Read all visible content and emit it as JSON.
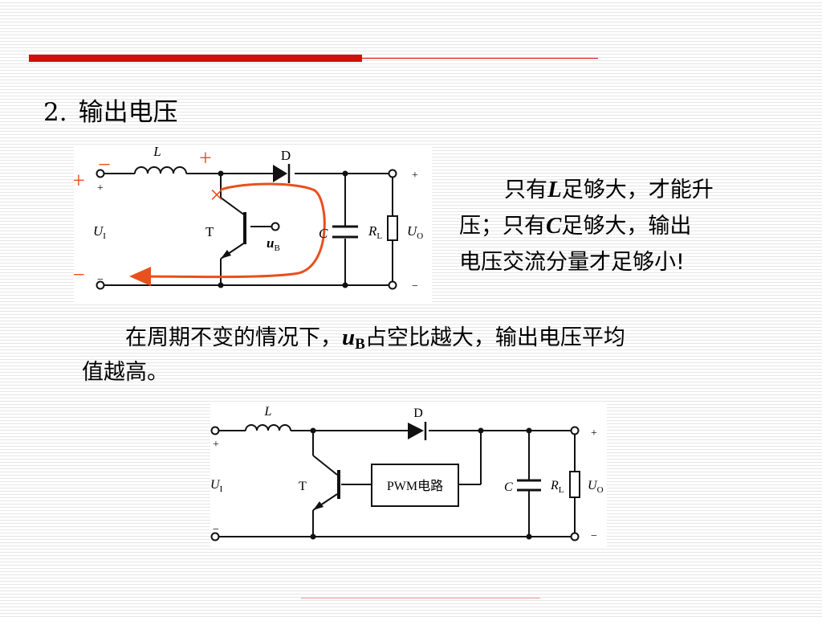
{
  "slide": {
    "heading_number": "2.",
    "heading_text": "输出电压",
    "colors": {
      "accent_red": "#d20f0f",
      "current_path": "#e8501e"
    }
  },
  "circuit1": {
    "inductor": "L",
    "diode": "D",
    "transistor": "T",
    "capacitor": "C",
    "resistor": "R",
    "resistor_sub": "L",
    "input_voltage": "U",
    "input_voltage_sub": "I",
    "output_voltage": "U",
    "output_voltage_sub": "O",
    "base_signal": "u",
    "base_signal_sub": "B",
    "terminal_plus": "+",
    "terminal_minus": "−",
    "overlay_plus": "+",
    "overlay_minus": "−",
    "overlay_cross": "×"
  },
  "note": {
    "line1_pre": "只有",
    "line1_var": "L",
    "line1_post": "足够大，才能升",
    "line2_pre": "压；只有",
    "line2_var": "C",
    "line2_post": "足够大，输出",
    "line3": "电压交流分量才足够小!"
  },
  "paragraph": {
    "line1_pre": "在周期不变的情况下，",
    "var": "u",
    "var_sub": "B",
    "line1_post": "占空比越大，输出电压平均",
    "line2": "值越高。"
  },
  "circuit2": {
    "inductor": "L",
    "diode": "D",
    "transistor": "T",
    "pwm_block": "PWM电路",
    "capacitor": "C",
    "resistor": "R",
    "resistor_sub": "L",
    "input_voltage": "U",
    "input_voltage_sub": "I",
    "output_voltage": "U",
    "output_voltage_sub": "O",
    "terminal_plus": "+",
    "terminal_minus": "−"
  }
}
